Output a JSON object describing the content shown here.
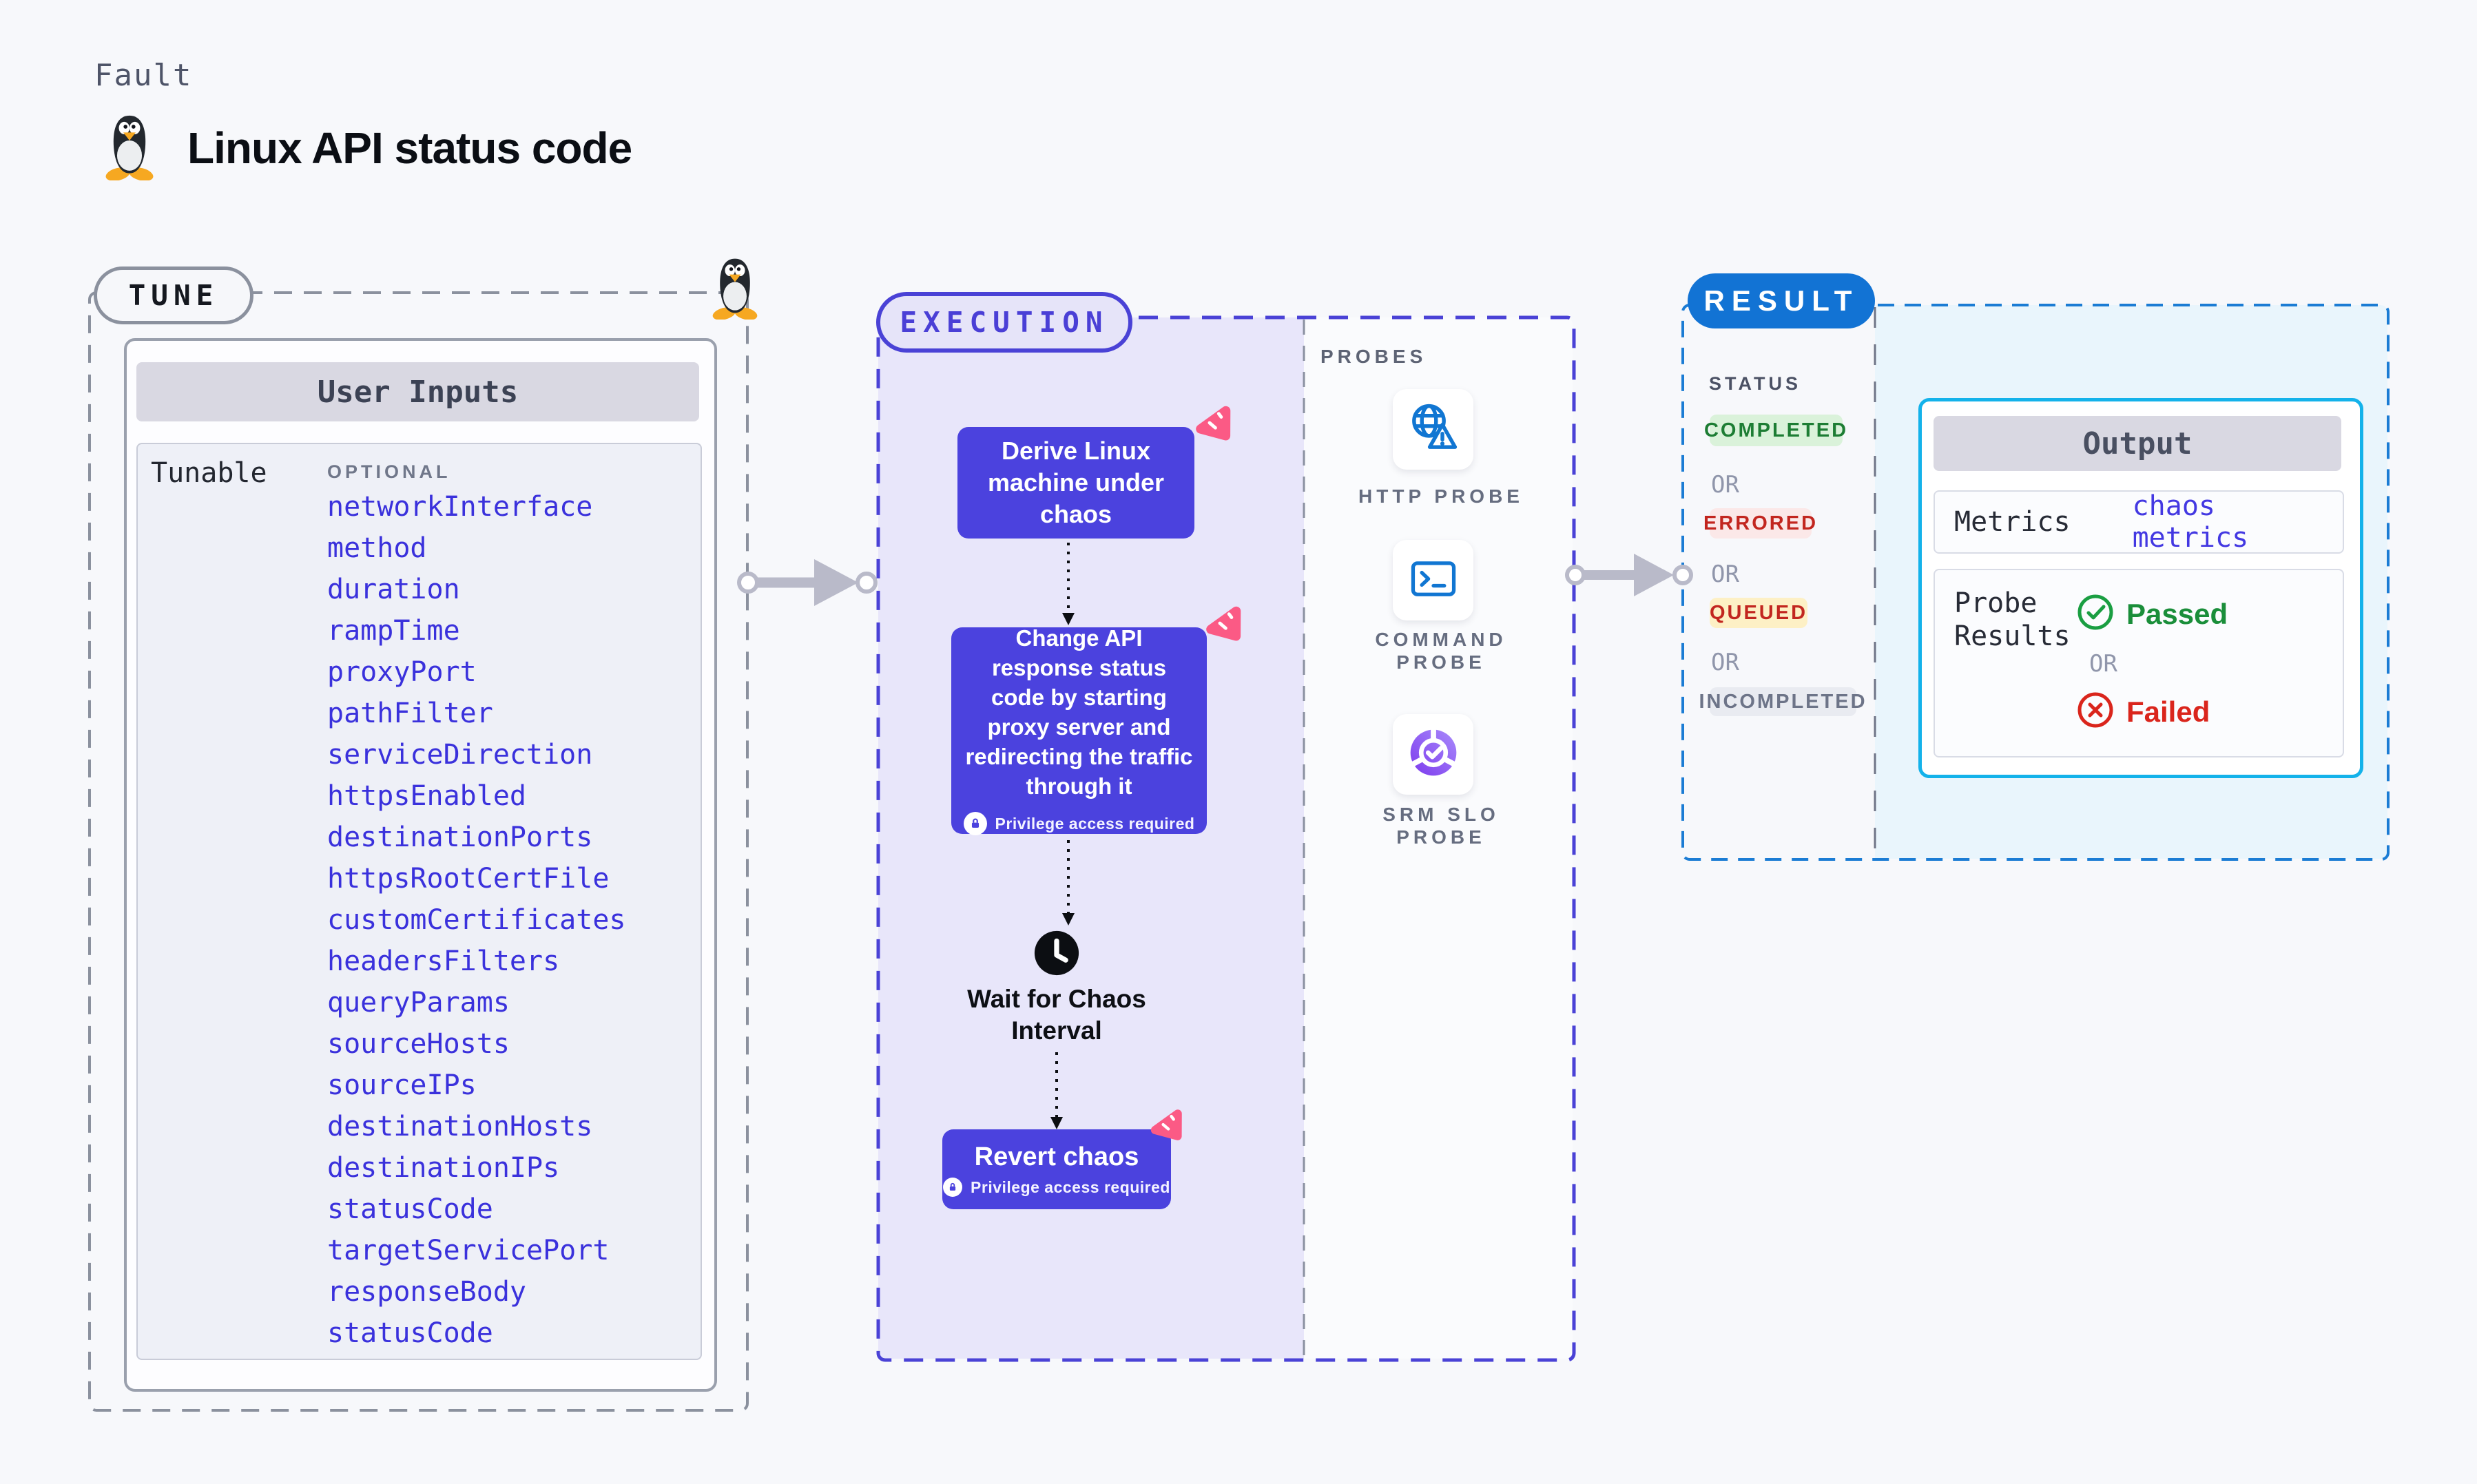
{
  "page": {
    "kicker": "Fault",
    "title": "Linux API status code"
  },
  "tune": {
    "label": "TUNE",
    "table_title": "User Inputs",
    "row_label": "Tunable",
    "column_label": "OPTIONAL",
    "tunables": [
      "networkInterface",
      "method",
      "duration",
      "rampTime",
      "proxyPort",
      "pathFilter",
      "serviceDirection",
      "httpsEnabled",
      "destinationPorts",
      "httpsRootCertFile",
      "customCertificates",
      "headersFilters",
      "queryParams",
      "sourceHosts",
      "sourceIPs",
      "destinationHosts",
      "destinationIPs",
      "statusCode",
      "targetServicePort",
      "responseBody",
      "statusCode"
    ]
  },
  "execution": {
    "label": "EXECUTION",
    "steps": {
      "derive": "Derive Linux machine under chaos",
      "change": "Change API response status code by starting proxy server and redirecting the traffic through it",
      "wait": "Wait for Chaos Interval",
      "revert": "Revert chaos"
    },
    "privilege_note": "Privilege access required"
  },
  "probes": {
    "label": "PROBES",
    "items": [
      {
        "name": "HTTP PROBE",
        "icon": "http-probe-icon"
      },
      {
        "name": "COMMAND\nPROBE",
        "icon": "command-probe-icon"
      },
      {
        "name": "SRM SLO\nPROBE",
        "icon": "srm-slo-probe-icon"
      }
    ]
  },
  "result": {
    "label": "RESULT",
    "status_label": "STATUS",
    "or": "OR",
    "statuses": [
      "COMPLETED",
      "ERRORED",
      "QUEUED",
      "INCOMPLETED"
    ],
    "output": {
      "title": "Output",
      "metrics_label": "Metrics",
      "metrics_value": "chaos metrics",
      "probe_results_label": "Probe Results",
      "passed": "Passed",
      "or": "OR",
      "failed": "Failed"
    }
  },
  "colors": {
    "page_bg": "#f7f8fb",
    "step_purple": "#4b42de",
    "execution_lavender": "#e8e6fa",
    "execution_dash": "#4a42d6",
    "tune_dash": "#8b919e",
    "result_dash": "#1b7cd4",
    "result_pill_blue": "#1273d4",
    "output_border_cyan": "#14b2ea",
    "tunable_link_blue": "#3a31dc",
    "chaos_badge_pink": "#fb5a85",
    "passed_green": "#1a8e3a",
    "failed_red": "#da251c",
    "completed_green": "#1d7d34",
    "errored_red": "#c2261f",
    "queued_amber_bg": "#fdf0c5",
    "incompleted_gray": "#6d7488"
  }
}
